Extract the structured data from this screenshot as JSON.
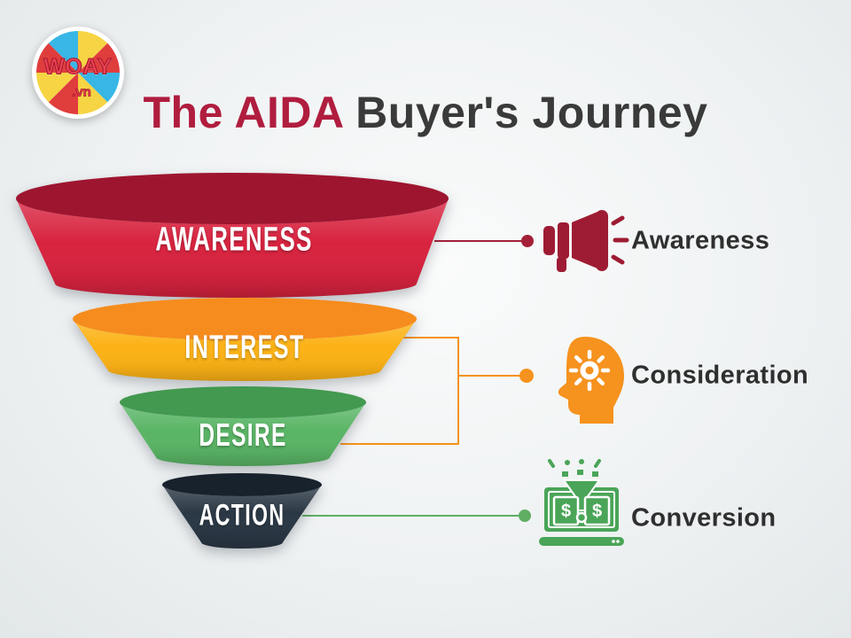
{
  "logo": {
    "text": "WOAY",
    "suffix": ".vn"
  },
  "title": {
    "highlight": "The AIDA",
    "rest": " Buyer's Journey"
  },
  "funnel": {
    "stages": [
      {
        "label": "AWARENESS",
        "body_color": "#d8233f",
        "rim_color": "#9e152f"
      },
      {
        "label": "INTEREST",
        "body_color": "#fcb216",
        "rim_color": "#f68c1d"
      },
      {
        "label": "DESIRE",
        "body_color": "#5ab566",
        "rim_color": "#42994f"
      },
      {
        "label": "ACTION",
        "body_color": "#2a3744",
        "rim_color": "#17222d"
      }
    ]
  },
  "journey": {
    "currency_symbol": "$",
    "items": [
      {
        "label": "Awareness",
        "icon": "megaphone-icon",
        "color": "#9e1c33",
        "line_color": "#a32038"
      },
      {
        "label": "Consideration",
        "icon": "head-idea-icon",
        "color": "#f6921e",
        "line_color": "#f6921e"
      },
      {
        "label": "Conversion",
        "icon": "laptop-money-icon",
        "color": "#4aa558",
        "line_color": "#5fae63"
      }
    ]
  }
}
